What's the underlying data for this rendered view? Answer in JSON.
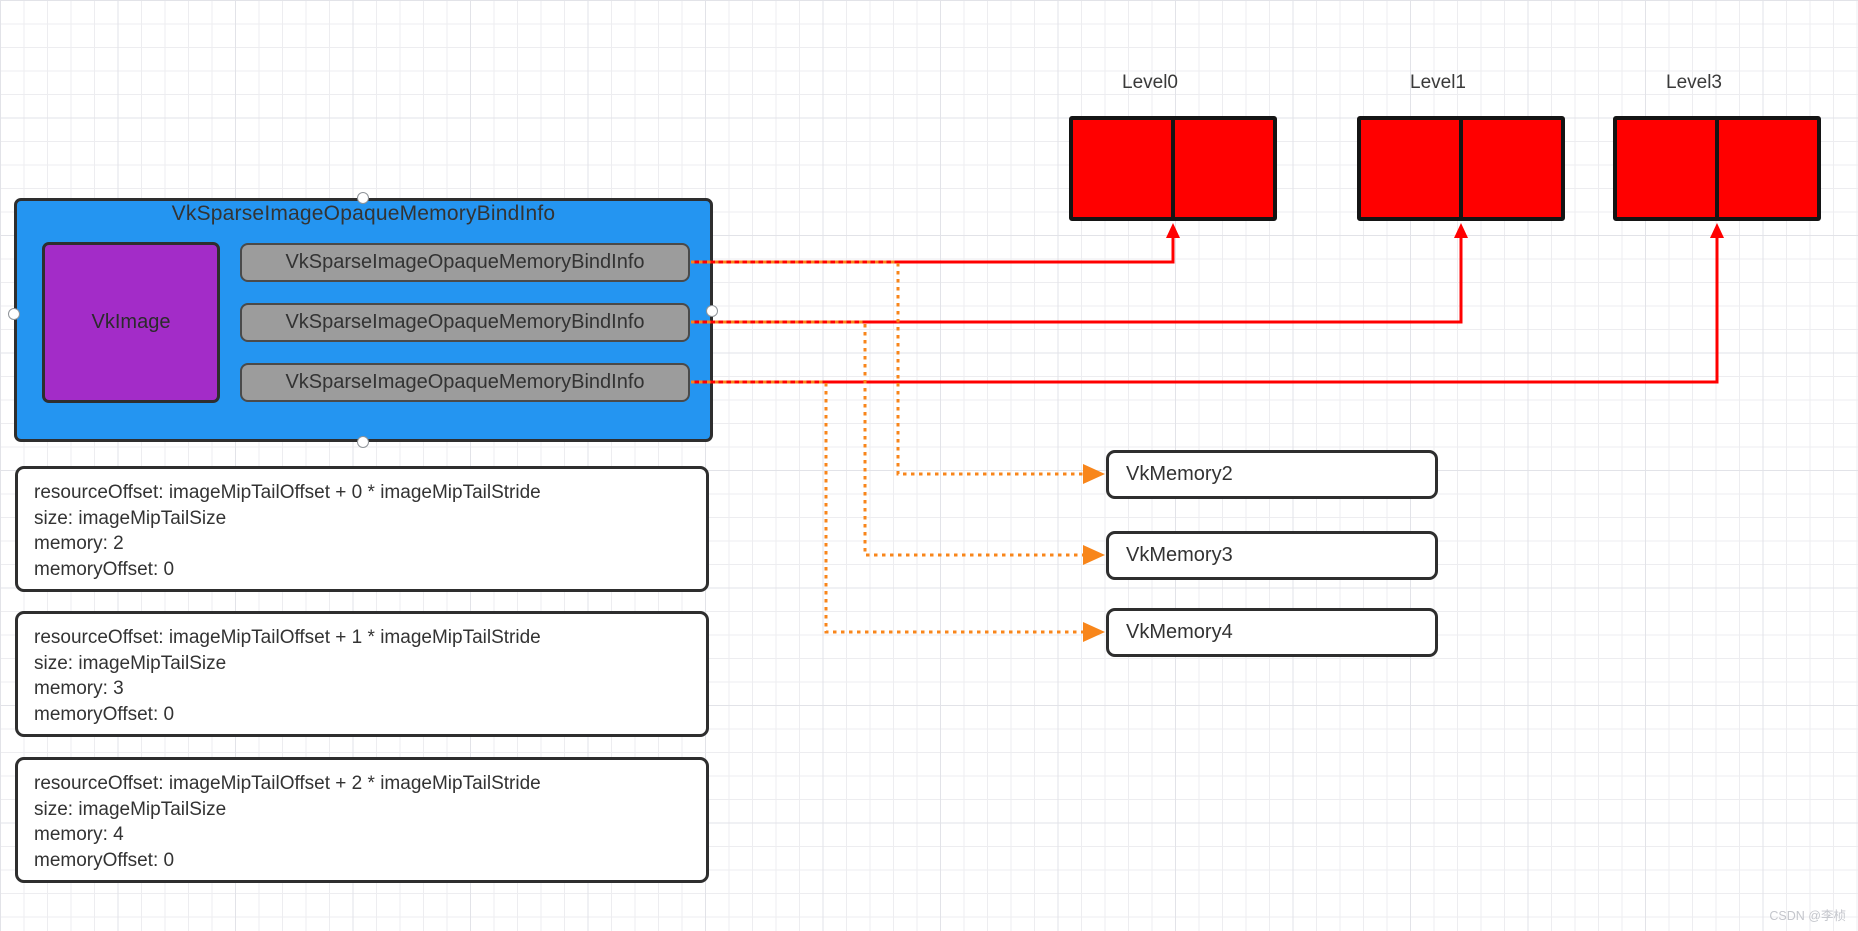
{
  "colors": {
    "blue": "#2495f1",
    "purple": "#a32cc8",
    "gray": "#9c9c9c",
    "red": "#ff0000",
    "orange": "#f8861b",
    "ink": "#333333",
    "watermark": "#c4c6cc"
  },
  "container": {
    "title": "VkSparseImageOpaqueMemoryBindInfo",
    "image_label": "VkImage",
    "items": [
      "VkSparseImageOpaqueMemoryBindInfo",
      "VkSparseImageOpaqueMemoryBindInfo",
      "VkSparseImageOpaqueMemoryBindInfo"
    ]
  },
  "levels": [
    {
      "label": "Level0"
    },
    {
      "label": "Level1"
    },
    {
      "label": "Level3"
    }
  ],
  "memories": [
    {
      "label": "VkMemory2"
    },
    {
      "label": "VkMemory3"
    },
    {
      "label": "VkMemory4"
    }
  ],
  "notes": [
    {
      "lines": [
        "resourceOffset: imageMipTailOffset + 0 * imageMipTailStride",
        "size: imageMipTailSize",
        "memory: 2",
        "memoryOffset: 0"
      ]
    },
    {
      "lines": [
        "resourceOffset: imageMipTailOffset + 1 * imageMipTailStride",
        "size: imageMipTailSize",
        "memory: 3",
        "memoryOffset: 0"
      ]
    },
    {
      "lines": [
        "resourceOffset: imageMipTailOffset + 2 * imageMipTailStride",
        "size: imageMipTailSize",
        "memory: 4",
        "memoryOffset: 0"
      ]
    }
  ],
  "watermark": {
    "text": "CSDN @李桢"
  }
}
